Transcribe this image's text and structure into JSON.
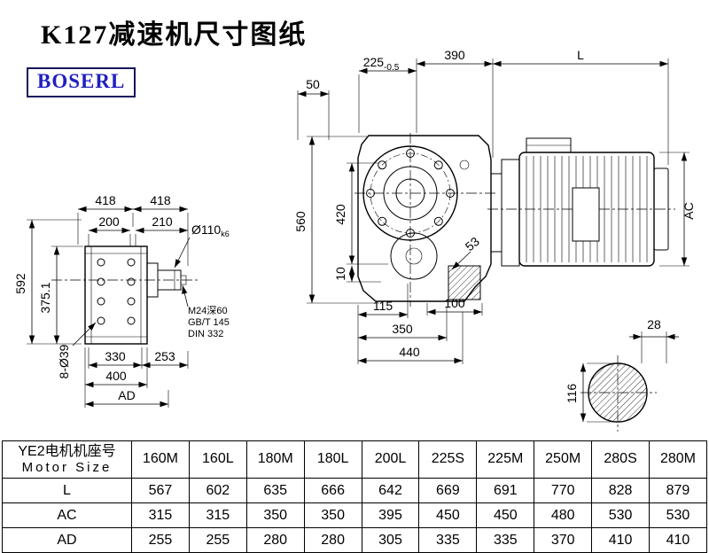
{
  "page": {
    "title": "K127减速机尺寸图纸",
    "brand": "BOSERL"
  },
  "colors": {
    "brand_text": "#2020c0",
    "brand_border": "#14145a",
    "line": "#000000"
  },
  "views": {
    "front": {
      "dim_225": "225",
      "dim_225_tol": "-0.5",
      "dim_390": "390",
      "dim_L": "L",
      "dim_50": "50",
      "dim_560": "560",
      "dim_420": "420",
      "dim_10": "10",
      "dim_115": "115",
      "dim_100": "100",
      "dim_350": "350",
      "dim_440": "440",
      "dim_53": "53"
    },
    "motor": {
      "dim_AC": "AC"
    },
    "side": {
      "dim_418_left": "418",
      "dim_418_right": "418",
      "dim_200": "200",
      "dim_210": "210",
      "dim_shaft": "Ø110",
      "dim_shaft_fit": "k6",
      "dim_592": "592",
      "dim_375": "375.1",
      "dim_bolt_holes": "8-Ø39",
      "dim_330": "330",
      "dim_253": "253",
      "dim_400": "400",
      "dim_AD": "AD",
      "note_thread": "M24深60",
      "note_gb": "GB/T 145",
      "note_din": "DIN 332"
    },
    "shaft_section": {
      "dim_28": "28",
      "dim_116": "116"
    }
  },
  "table": {
    "header": {
      "cn": "YE2电机机座号",
      "en": "Motor Size"
    },
    "columns": [
      "160M",
      "160L",
      "180M",
      "180L",
      "200L",
      "225S",
      "225M",
      "250M",
      "280S",
      "280M"
    ],
    "rows": [
      {
        "label": "L",
        "values": [
          "567",
          "602",
          "635",
          "666",
          "642",
          "669",
          "691",
          "770",
          "828",
          "879"
        ]
      },
      {
        "label": "AC",
        "values": [
          "315",
          "315",
          "350",
          "350",
          "395",
          "450",
          "450",
          "480",
          "530",
          "530"
        ]
      },
      {
        "label": "AD",
        "values": [
          "255",
          "255",
          "280",
          "280",
          "305",
          "335",
          "335",
          "370",
          "410",
          "410"
        ]
      }
    ]
  }
}
